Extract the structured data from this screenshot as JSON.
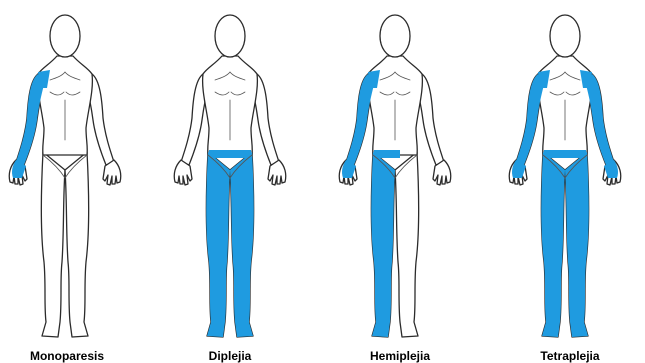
{
  "highlight_color": "#1f9be0",
  "figures": [
    {
      "caption": "Monoparesis",
      "zones": [
        "right-arm"
      ]
    },
    {
      "caption": "Diplejia",
      "zones": [
        "pelvis",
        "left-leg",
        "right-leg"
      ]
    },
    {
      "caption": "Hemiplejia",
      "zones": [
        "right-arm",
        "pelvis-right",
        "right-leg"
      ]
    },
    {
      "caption": "Tetraplejia",
      "zones": [
        "right-arm",
        "left-arm",
        "pelvis",
        "left-leg",
        "right-leg"
      ]
    }
  ]
}
